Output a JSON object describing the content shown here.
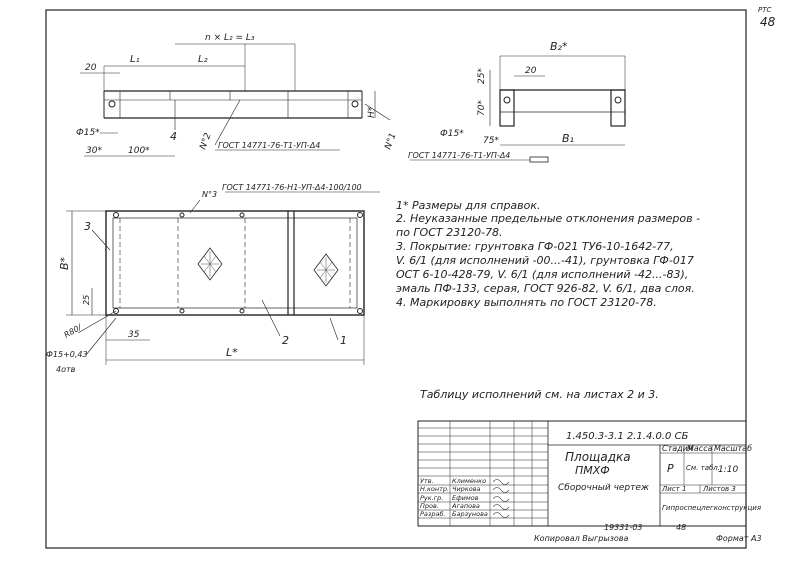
{
  "page_number": "48",
  "page_mark": "РТС",
  "top_view": {
    "dim_20": "20",
    "dim_L1": "L₁",
    "dim_L2": "L₂",
    "dim_nL2": "n × L₂ = L₃",
    "label_4": "4",
    "label_n2": "N°2",
    "label_n1": "N°1",
    "dim_H": "H*",
    "dim_phi15": "Ф15*",
    "dim_30": "30*",
    "dim_100": "100*",
    "gost": "ГОСТ 14771-76-Т1-УП-Δ4"
  },
  "section_view": {
    "dim_B2": "B₂*",
    "dim_20": "20",
    "dim_25": "25*",
    "dim_70": "70*",
    "dim_phi15": "Ф15*",
    "dim_75": "75*",
    "dim_B1": "B₁",
    "gost": "ГОСТ 14771-76-Т1-УП-Δ4"
  },
  "plan_view": {
    "label_n3": "N°3",
    "gost": "ГОСТ 14771-76-Н1-УП-Δ4-100/100",
    "label_3": "3",
    "dim_B": "B*",
    "dim_25": "25",
    "dim_r80": "R80/",
    "dim_35": "35",
    "dim_phi": "Ф15+0,43",
    "dim_4otv": "4отв",
    "dim_L": "L*",
    "label_2": "2",
    "label_1": "1"
  },
  "notes": [
    "1* Размеры для справок.",
    "2. Неуказанные предельные отклонения размеров -",
    "    по ГОСТ 23120-78.",
    "3. Покрытие: грунтовка ГФ-021 ТУ6-10-1642-77,",
    "    V. 6/1 (для исполнений -00...-41), грунтовка ГФ-017",
    "    ОСТ 6-10-428-79, V. 6/1 (для исполнений -42...-83),",
    "    эмаль ПФ-133, серая, ГОСТ 926-82, V. 6/1, два слоя.",
    "4. Маркировку выполнять по ГОСТ 23120-78."
  ],
  "table_ref": "Таблицу исполнений см. на листах 2 и 3.",
  "title_block": {
    "designation": "1.450.3-3.1    2.1.4.0.0 СБ",
    "name_line1": "Площадка",
    "name_line2": "ПМХФ",
    "name_line3": "Сборочный чертеж",
    "col_stage": "Стадия",
    "col_mass": "Масса",
    "col_scale": "Масштаб",
    "stage": "Р",
    "mass": "См. табл.",
    "scale": "1:10",
    "sheet": "Лист 1",
    "sheets": "Листов 3",
    "org": "Гипроспецлегконструкция",
    "roles": [
      {
        "role": "Утв.",
        "name": "Клименко"
      },
      {
        "role": "Н.контр.",
        "name": "Чиркова"
      },
      {
        "role": "Рук.гр.",
        "name": "Ефимов"
      },
      {
        "role": "Пров.",
        "name": "Агапова"
      },
      {
        "role": "Разраб.",
        "name": "Барзунова"
      }
    ]
  },
  "footer": {
    "copied": "Копировал Выгрызова",
    "code": "19331-03",
    "num": "48",
    "format": "Формат А3"
  }
}
